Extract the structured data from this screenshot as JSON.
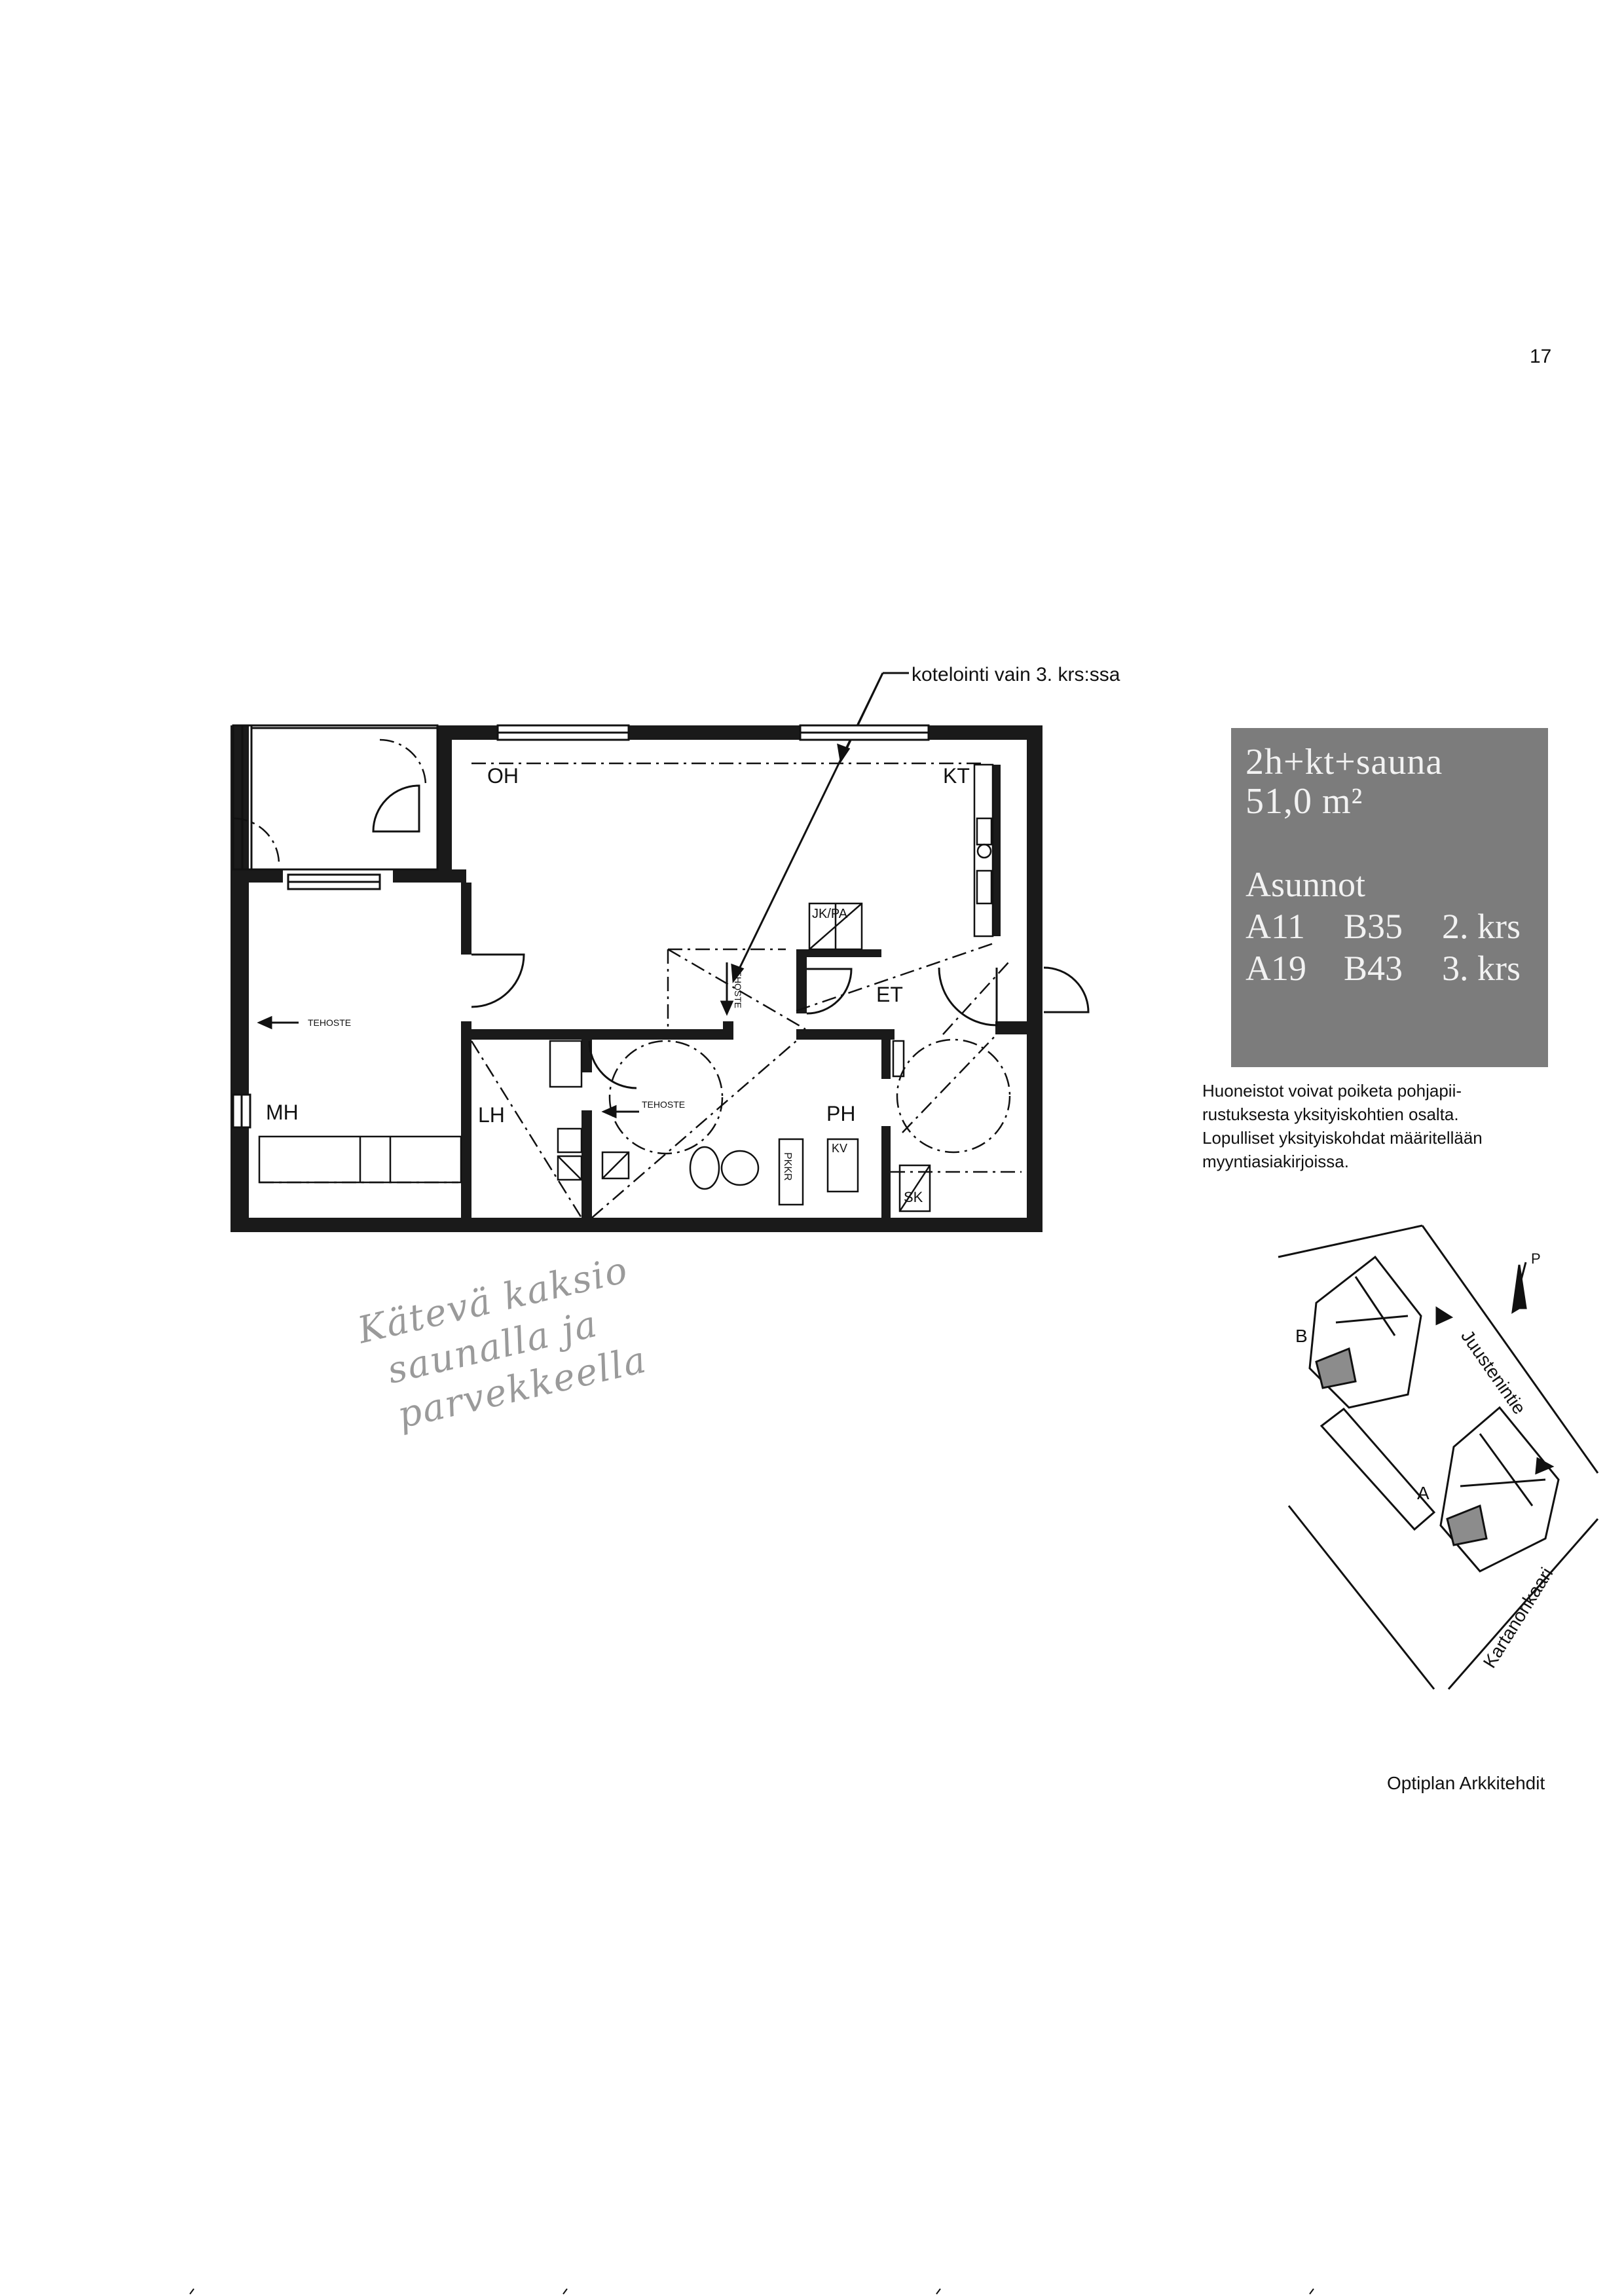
{
  "page_number": "17",
  "callout": "kotelointi vain 3. krs:ssa",
  "rooms": {
    "oh": "OH",
    "kt": "KT",
    "mh": "MH",
    "lh": "LH",
    "ph": "PH",
    "et": "ET",
    "sk": "SK",
    "jk_pa": "JK/PA",
    "kv": "KV",
    "pkkr": "PKKR",
    "tehoste_left": "TEHOSTE",
    "tehoste_middle": "TEHOSTE",
    "tehoste_vertical": "TEHOSTE"
  },
  "info": {
    "type": "2h+kt+sauna",
    "area": "51,0 m²",
    "heading": "Asunnot",
    "rows": [
      [
        "A11",
        "B35",
        "2. krs"
      ],
      [
        "A19",
        "B43",
        "3. krs"
      ]
    ]
  },
  "disclaimer": {
    "line1": "Huoneistot voivat poiketa pohjapii-",
    "line2": "rustuksesta yksityiskohtien osalta.",
    "line3": "Lopulliset yksityiskohdat määritellään",
    "line4": "myyntiasiakirjoissa."
  },
  "tagline": {
    "line1": "Kätevä kaksio",
    "line2": "saunalla ja parvekkeella"
  },
  "site_plan": {
    "building_a": "A",
    "building_b": "B",
    "north": "P",
    "street_1": "Juustenintie",
    "street_2": "Kartanonkaari"
  },
  "credit": "Optiplan Arkkitehdit",
  "colors": {
    "info_bg": "#7c7c7c",
    "tagline": "#9a9a9a",
    "highlight": "#8c8c8c"
  }
}
